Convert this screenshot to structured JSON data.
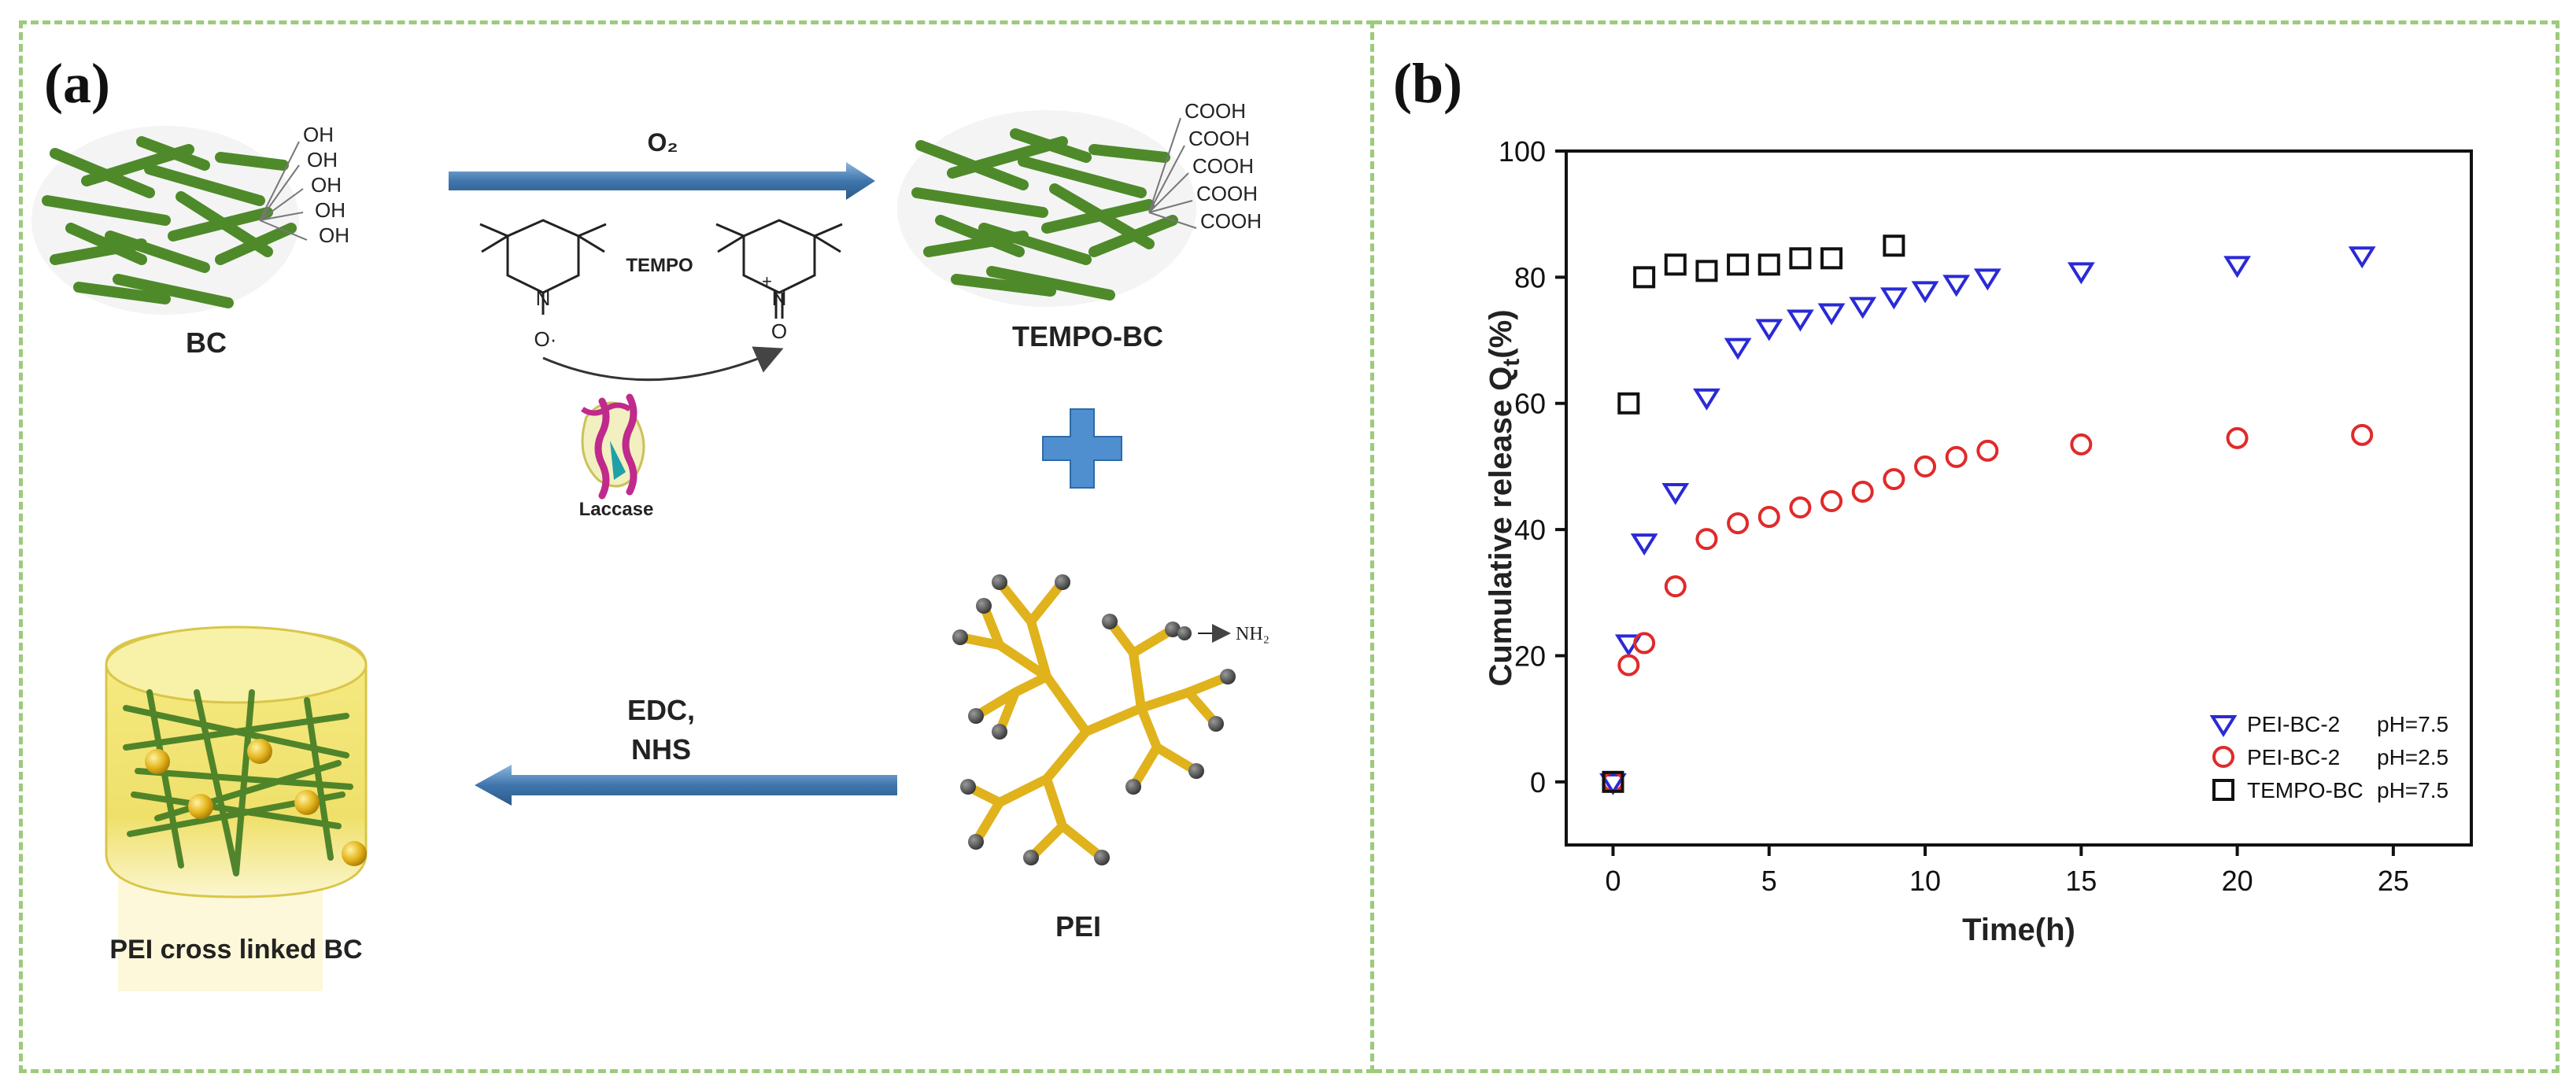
{
  "panel_a": {
    "letter": "(a)",
    "bc_label": "BC",
    "oh_groups": [
      "OH",
      "OH",
      "OH",
      "OH",
      "OH"
    ],
    "oxidant": "O₂",
    "tempo_label": "TEMPO",
    "tempo_radical": "O·",
    "oxo_atom": "O",
    "n_atom": "N",
    "n_plus": "+",
    "laccase_label": "Laccase",
    "tempo_bc_label": "TEMPO-BC",
    "cooh_groups": [
      "COOH",
      "COOH",
      "COOH",
      "COOH",
      "COOH"
    ],
    "nh2_legend": "NH₂",
    "coupling_line1": "EDC,",
    "coupling_line2": "NHS",
    "pei_label": "PEI",
    "product_label": "PEI cross linked BC",
    "colors": {
      "fiber": "#4e8a2a",
      "arrow": "#3f76ad",
      "pei": "#e0b21c",
      "plus": "#4f8fcf",
      "gel": "#f2e46a"
    }
  },
  "panel_b": {
    "letter": "(b)"
  },
  "chart_data": {
    "type": "scatter",
    "xlabel": "Time(h)",
    "ylabel": "Cumulative release Q",
    "ylabel_subscript": "t",
    "ylabel_suffix": "(%)",
    "xlim": [
      -1.5,
      27.5
    ],
    "ylim": [
      -10,
      100
    ],
    "xticks": [
      0,
      5,
      10,
      15,
      20,
      25
    ],
    "yticks": [
      0,
      20,
      40,
      60,
      80,
      100
    ],
    "legend_position": "bottom-right",
    "series": [
      {
        "name": "PEI-BC-2",
        "condition": "pH=7.5",
        "marker": "triangle-down",
        "color": "#2a2ad6",
        "x": [
          0,
          0.5,
          1,
          2,
          3,
          4,
          5,
          6,
          7,
          8,
          9,
          10,
          11,
          12,
          15,
          20,
          24
        ],
        "y": [
          0,
          22,
          38,
          46,
          61,
          69,
          72,
          73.5,
          74.5,
          75.5,
          77,
          78,
          79,
          80,
          81,
          82,
          83.5
        ]
      },
      {
        "name": "PEI-BC-2",
        "condition": "pH=2.5",
        "marker": "circle",
        "color": "#e02a2a",
        "x": [
          0,
          0.5,
          1,
          2,
          3,
          4,
          5,
          6,
          7,
          8,
          9,
          10,
          11,
          12,
          15,
          20,
          24
        ],
        "y": [
          0,
          18.5,
          22,
          31,
          38.5,
          41,
          42,
          43.5,
          44.5,
          46,
          48,
          50,
          51.5,
          52.5,
          53.5,
          54.5,
          55
        ]
      },
      {
        "name": "TEMPO-BC",
        "condition": "pH=7.5",
        "marker": "square",
        "color": "#111111",
        "x": [
          0,
          0.5,
          1,
          2,
          3,
          4,
          5,
          6,
          7,
          9
        ],
        "y": [
          0,
          60,
          80,
          82,
          81,
          82,
          82,
          83,
          83,
          85
        ]
      }
    ]
  }
}
